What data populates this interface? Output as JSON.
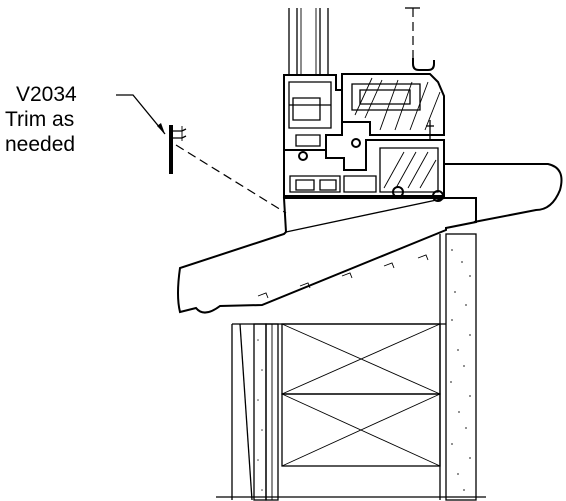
{
  "callout": {
    "part_number": "V2034",
    "note_line1": "Trim as",
    "note_line2": "needed"
  },
  "colors": {
    "line": "#000000",
    "background": "#ffffff",
    "wood_grain": "#000000",
    "stucco_dots": "#444444"
  }
}
